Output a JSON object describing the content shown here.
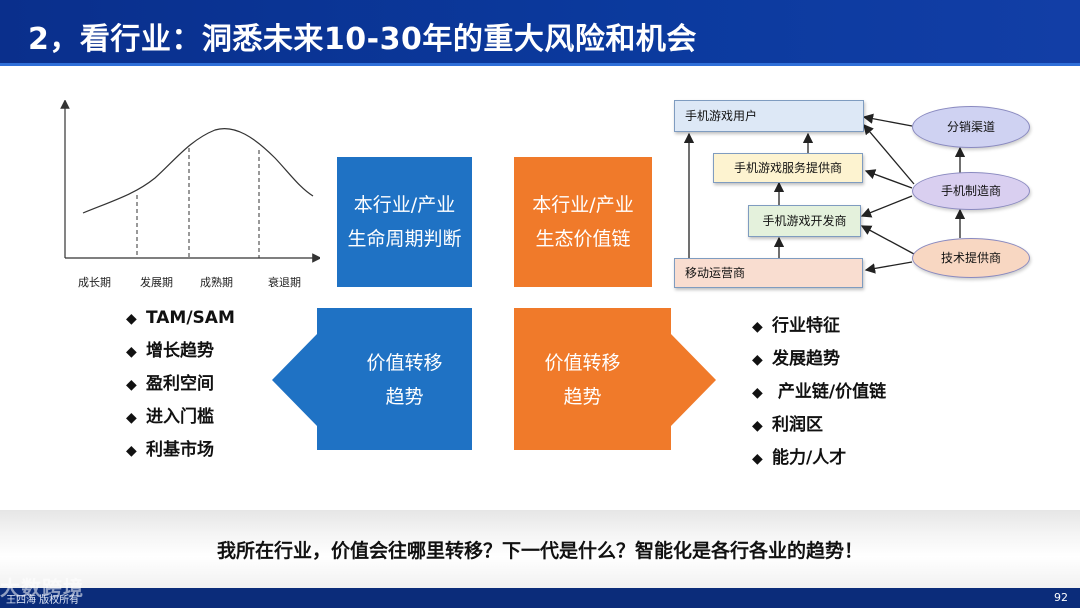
{
  "title": "2，看行业：洞悉未来10-30年的重大风险和机会",
  "lifecycle_chart": {
    "phases": [
      "成长期",
      "发展期",
      "成熟期",
      "衰退期"
    ]
  },
  "boxes": {
    "lifecycle": [
      "本行业/产业",
      "生命周期判断"
    ],
    "value_chain": [
      "本行业/产业",
      "生态价值链"
    ],
    "value_shift_left": [
      "价值转移",
      "趋势"
    ],
    "value_shift_right": [
      "价值转移",
      "趋势"
    ]
  },
  "left_bullets": [
    "TAM/SAM",
    "增长趋势",
    "盈利空间",
    "进入门槛",
    "利基市场"
  ],
  "right_bullets": [
    "行业特征",
    "发展趋势",
    " 产业链/价值链",
    "利润区",
    "能力/人才"
  ],
  "bullet_symbol": "◆",
  "ecosystem": {
    "nodes": {
      "users": "手机游戏用户",
      "service": "手机游戏服务提供商",
      "developer": "手机游戏开发商",
      "operator": "移动运营商",
      "distribution": "分销渠道",
      "manufacturer": "手机制造商",
      "tech": "技术提供商"
    }
  },
  "question": "我所在行业，价值会往哪里转移？下一代是什么？智能化是各行各业的趋势！",
  "footer": {
    "author": "王四海 版权所有",
    "watermark": "大数跨境",
    "page": "92"
  },
  "colors": {
    "title_bg": "#0b3a9e",
    "blue": "#1f72c4",
    "orange": "#f07a2a",
    "node_user": "#dde8f6",
    "node_service": "#fdf3d0",
    "node_developer": "#e4f1dc",
    "node_operator": "#f9ddd0",
    "node_distribution": "#cfd2f2",
    "node_manufacturer": "#d9cff0",
    "node_tech": "#f8d7c2"
  }
}
